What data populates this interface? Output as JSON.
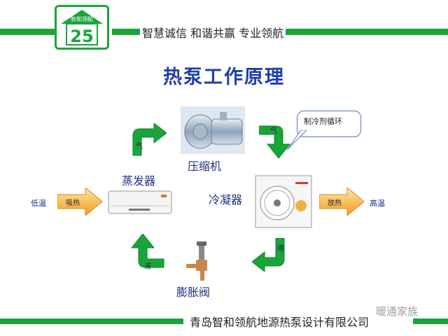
{
  "header": {
    "slogan": "智慧诚信 和谐共赢 专业领航",
    "logo_text": "智和领航",
    "logo_mark": "25"
  },
  "title": "热泵工作原理",
  "components": {
    "compressor": "压缩机",
    "evaporator": "蒸发器",
    "condenser": "冷凝器",
    "expansion_valve": "膨胀阀"
  },
  "flow": {
    "left_inlet_label": "低温",
    "left_arrow_label": "吸热",
    "right_arrow_label": "放热",
    "right_outlet_label": "高温",
    "gas_label_top_left": "气",
    "gas_label_top_right": "气",
    "liquid_label_bottom_right": "液",
    "liquid_label_bottom_left": "液",
    "refrigerant_callout": "制冷剂循环"
  },
  "footer": {
    "company": "青岛智和领航地源热泵设计有限公司",
    "watermark": "暖通家族"
  },
  "colors": {
    "green": "#1aa53a",
    "title_blue": "#1f3fa8",
    "arrow_orange": "#f5a21f"
  }
}
